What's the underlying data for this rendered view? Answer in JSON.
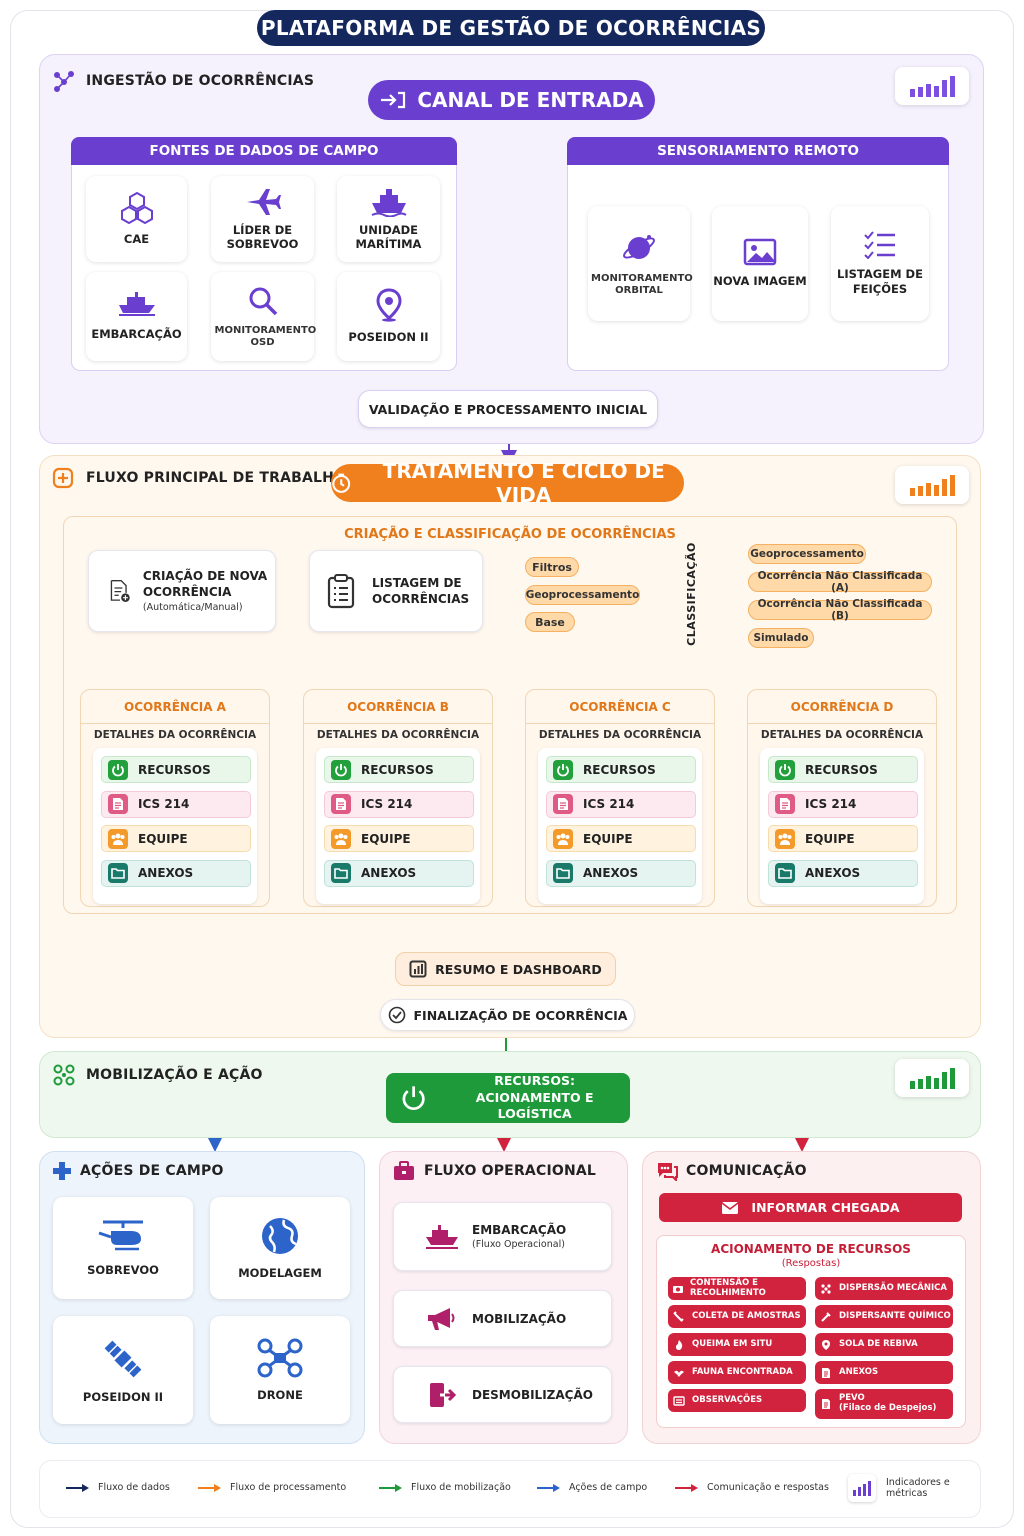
{
  "title": "PLATAFORMA DE GESTÃO DE OCORRÊNCIAS",
  "ingestion": {
    "title": "INGESTÃO DE OCORRÊNCIAS",
    "channel": "CANAL DE ENTRADA",
    "field_sources": {
      "header": "FONTES DE DADOS DE CAMPO",
      "items": [
        "CAE",
        "LÍDER DE SOBREVOO",
        "UNIDADE MARÍTIMA",
        "EMBARCAÇÃO",
        "MONITORAMENTO OSD",
        "POSEIDON II"
      ]
    },
    "remote_sensing": {
      "header": "SENSORIAMENTO REMOTO",
      "items": [
        "MONITORAMENTO ORBITAL",
        "NOVA IMAGEM",
        "LISTAGEM DE FEIÇÕES"
      ]
    },
    "validation": "VALIDAÇÃO E PROCESSAMENTO INICIAL"
  },
  "workflow": {
    "title": "FLUXO PRINCIPAL DE TRABALHO",
    "lifecycle": "TRATAMENTO E CICLO DE VIDA",
    "creation_header": "CRIAÇÃO E CLASSIFICAÇÃO DE OCORRÊNCIAS",
    "create_label": "CRIAÇÃO DE NOVA OCORRÊNCIA",
    "create_sub": "(Automática/Manual)",
    "list_label": "LISTAGEM DE OCORRÊNCIAS",
    "filters": [
      "Filtros",
      "Geoprocessamento",
      "Base"
    ],
    "classification_label": "CLASSIFICAÇÃO",
    "classes": [
      "Geoprocessamento",
      "Ocorrência Não Classificada (A)",
      "Ocorrência Não Classificada (B)",
      "Simulado"
    ],
    "occurrences": [
      {
        "name": "OCORRÊNCIA A"
      },
      {
        "name": "OCORRÊNCIA B"
      },
      {
        "name": "OCORRÊNCIA C"
      },
      {
        "name": "OCORRÊNCIA D"
      }
    ],
    "details_label": "DETALHES DA OCORRÊNCIA",
    "detail_rows": [
      "RECURSOS",
      "ICS 214",
      "EQUIPE",
      "ANEXOS"
    ],
    "summary": "RESUMO E DASHBOARD",
    "finalize": "FINALIZAÇÃO DE OCORRÊNCIA"
  },
  "mobilization": {
    "title": "MOBILIZAÇÃO E AÇÃO",
    "resources_line1": "RECURSOS:",
    "resources_line2": "ACIONAMENTO E LOGÍSTICA"
  },
  "field_actions": {
    "title": "AÇÕES DE CAMPO",
    "items": [
      "SOBREVOO",
      "MODELAGEM",
      "POSEIDON II",
      "DRONE"
    ]
  },
  "ops_flow": {
    "title": "FLUXO OPERACIONAL",
    "items": [
      {
        "label": "EMBARCAÇÃO",
        "sub": "(Fluxo Operacional)"
      },
      {
        "label": "MOBILIZAÇÃO",
        "sub": ""
      },
      {
        "label": "DESMOBILIZAÇÃO",
        "sub": ""
      }
    ]
  },
  "communication": {
    "title": "COMUNICAÇÃO",
    "arrival_button": "INFORMAR CHEGADA",
    "dispatch_title": "ACIONAMENTO DE RECURSOS",
    "dispatch_sub": "(Respostas)",
    "left": [
      "CONTENSÃO E RECOLHIMENTO",
      "COLETA DE AMOSTRAS",
      "QUEIMA EM SITU",
      "FAUNA ENCONTRADA",
      "OBSERVAÇÕES"
    ],
    "right": [
      "DISPERSÃO MECÂNICA",
      "DISPERSANTE QUÍMICO",
      "SOLA DE REBIVA",
      "ANEXOS",
      "PEVO"
    ],
    "pevo_sub": "(Filaco de Despejos)"
  },
  "legend": [
    "Fluxo de dados",
    "Fluxo de processamento",
    "Fluxo de mobilização",
    "Ações de campo",
    "Comunicação e respostas"
  ],
  "legend_metrics": "Indicadores e métricas",
  "colors": {
    "purple": "#6a3fcf",
    "orange": "#f07f1e",
    "green": "#1e9a3a",
    "blue": "#2d64c9",
    "red": "#d2233e",
    "navy": "#15285e"
  }
}
